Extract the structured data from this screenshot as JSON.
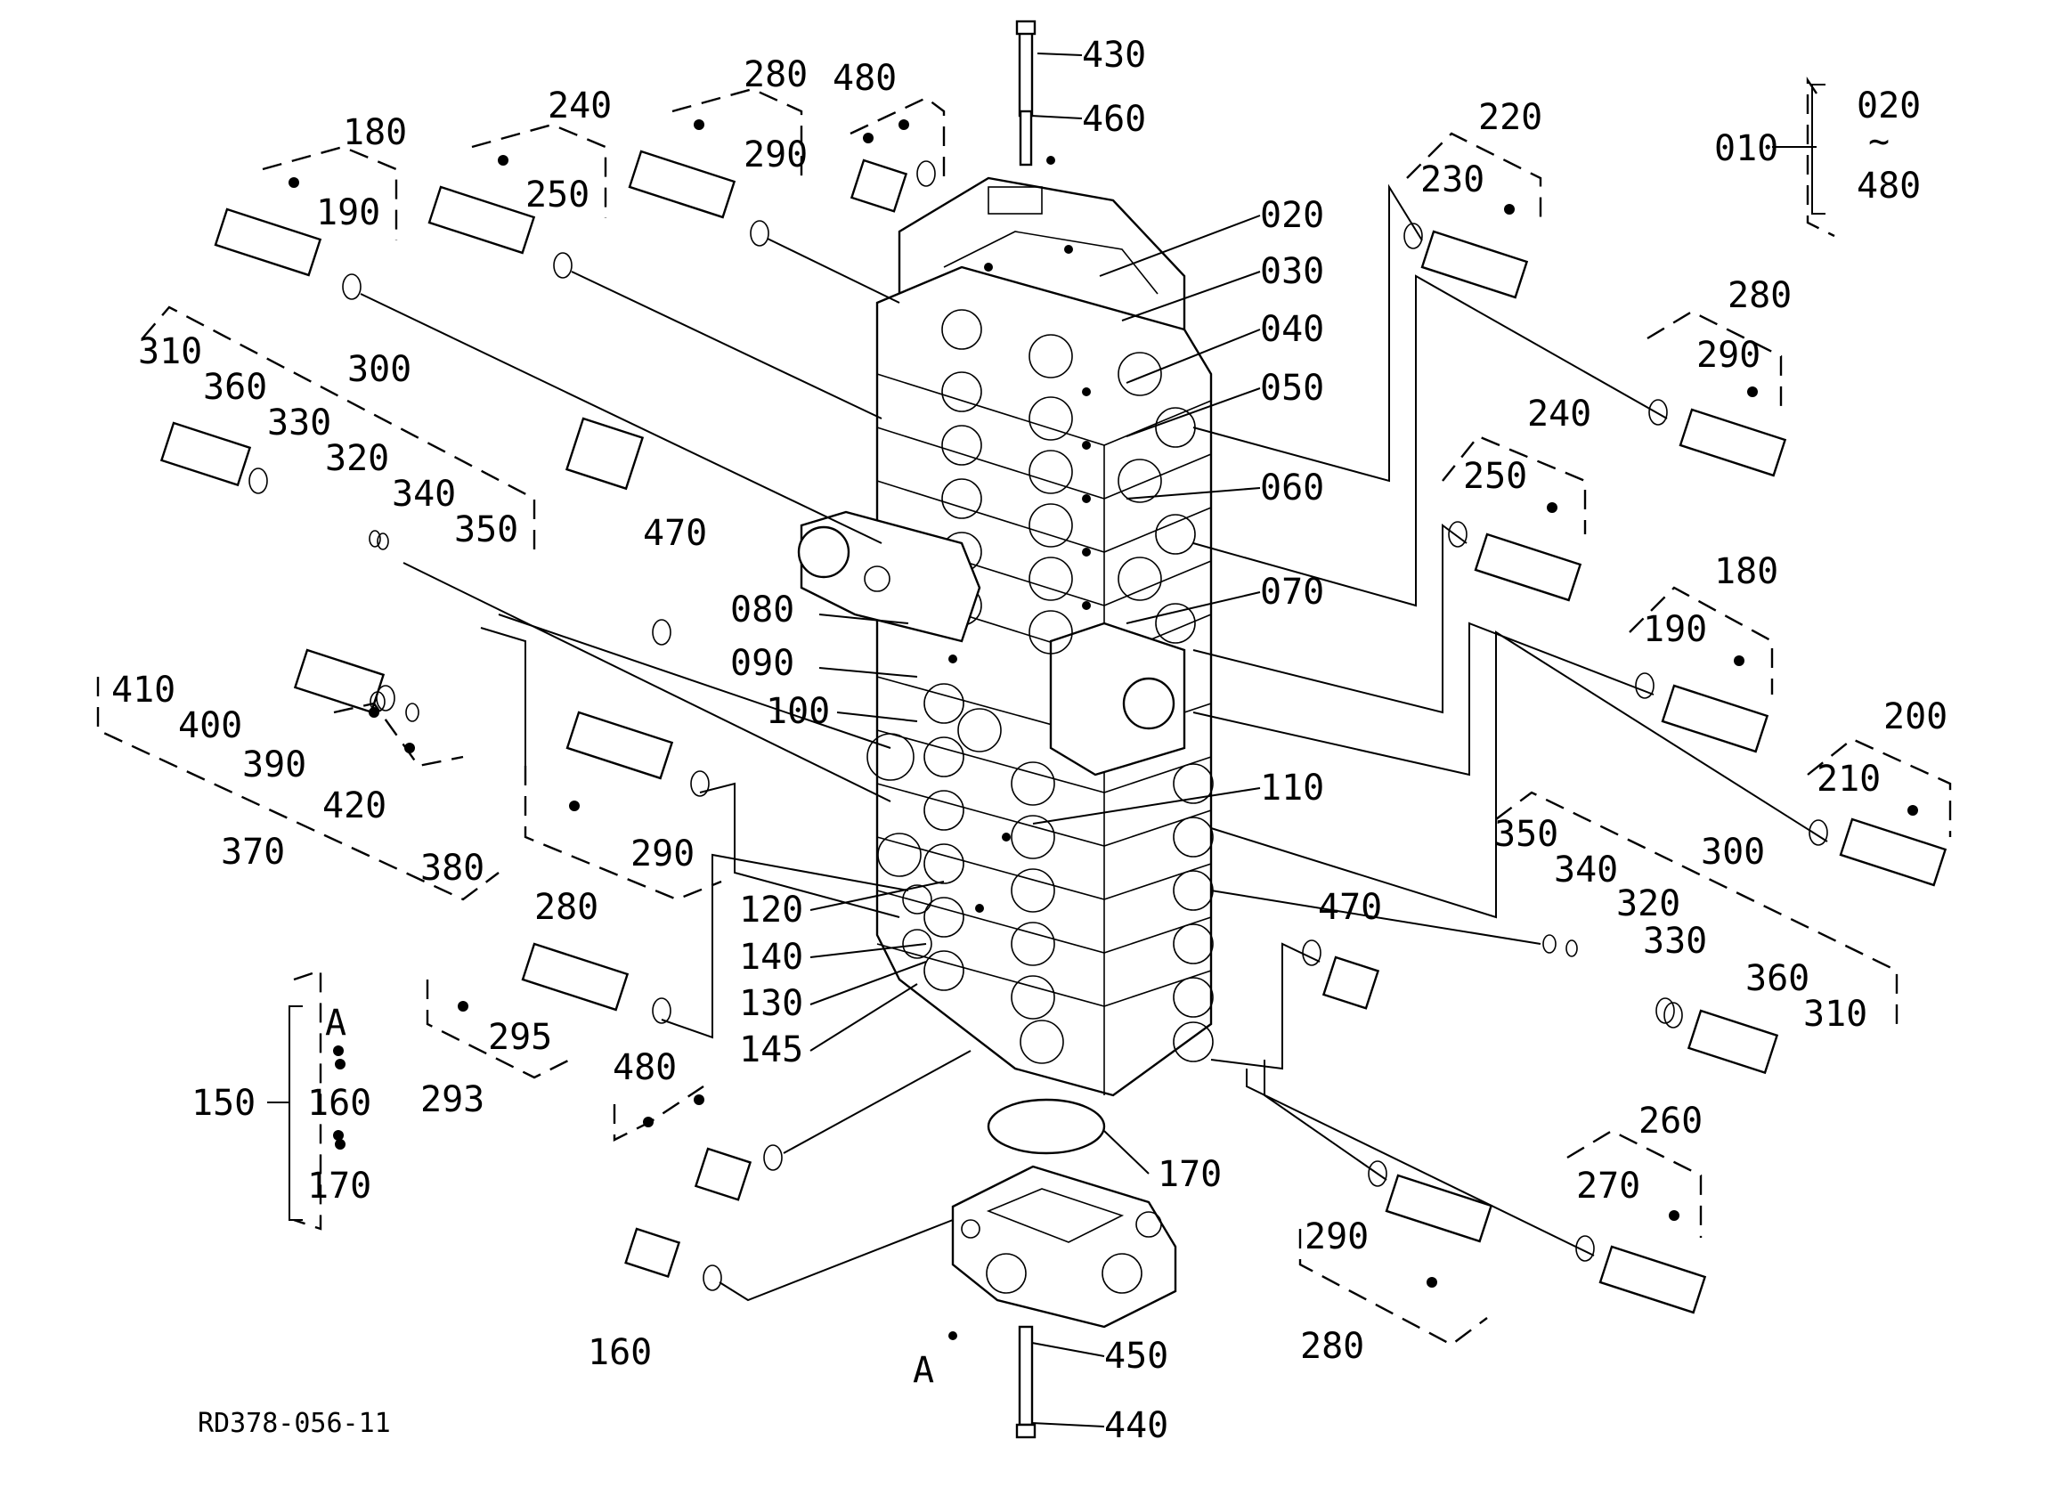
{
  "drawing_number": "RD378-056-11",
  "labels": {
    "p010": "010",
    "p020": "020",
    "p030": "030",
    "p040": "040",
    "p050": "050",
    "p060": "060",
    "p070": "070",
    "p080": "080",
    "p090": "090",
    "p100": "100",
    "p110": "110",
    "p120": "120",
    "p130": "130",
    "p140": "140",
    "p145": "145",
    "p150": "150",
    "p160": "160",
    "p170": "170",
    "p180": "180",
    "p190": "190",
    "p200": "200",
    "p210": "210",
    "p220": "220",
    "p230": "230",
    "p240": "240",
    "p250": "250",
    "p260": "260",
    "p270": "270",
    "p280": "280",
    "p290": "290",
    "p293": "293",
    "p295": "295",
    "p300": "300",
    "p310": "310",
    "p320": "320",
    "p330": "330",
    "p340": "340",
    "p350": "350",
    "p360": "360",
    "p370": "370",
    "p380": "380",
    "p390": "390",
    "p400": "400",
    "p410": "410",
    "p420": "420",
    "p430": "430",
    "p440": "440",
    "p450": "450",
    "p460": "460",
    "p470": "470",
    "p480": "480",
    "tilde": "~",
    "mark_a": "A"
  }
}
